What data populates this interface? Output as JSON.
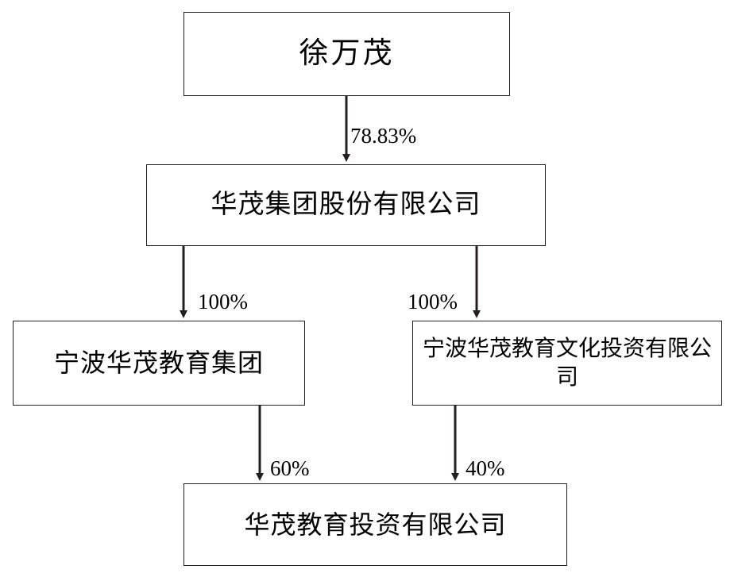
{
  "diagram": {
    "type": "org-ownership-chart",
    "nodes": [
      {
        "id": "root",
        "label": "徐万茂"
      },
      {
        "id": "huamao_group",
        "label": "华茂集团股份有限公司"
      },
      {
        "id": "ningbo_edu_group",
        "label": "宁波华茂教育集团"
      },
      {
        "id": "ningbo_edu_culture",
        "label": "宁波华茂教育文化投资有限公司"
      },
      {
        "id": "huamao_edu_invest",
        "label": "华茂教育投资有限公司"
      }
    ],
    "edges": [
      {
        "from": "root",
        "to": "huamao_group",
        "label": "78.83%"
      },
      {
        "from": "huamao_group",
        "to": "ningbo_edu_group",
        "label": "100%"
      },
      {
        "from": "huamao_group",
        "to": "ningbo_edu_culture",
        "label": "100%"
      },
      {
        "from": "ningbo_edu_group",
        "to": "huamao_edu_invest",
        "label": "60%"
      },
      {
        "from": "ningbo_edu_culture",
        "to": "huamao_edu_invest",
        "label": "40%"
      }
    ],
    "colors": {
      "line": "#231f20",
      "box_border": "#231f20",
      "background": "#ffffff",
      "text": "#000000"
    }
  }
}
